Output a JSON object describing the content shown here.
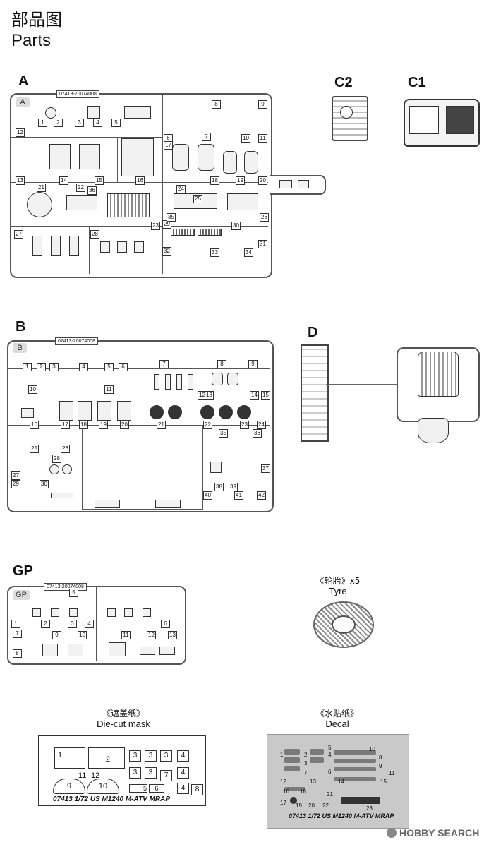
{
  "header": {
    "title_cn": "部品图",
    "title_en": "Parts"
  },
  "sprues": {
    "A": {
      "label": "A",
      "code": "07413-20074008",
      "tag": "A",
      "numbers": [
        "1",
        "2",
        "3",
        "4",
        "5",
        "6",
        "7",
        "8",
        "9",
        "10",
        "11",
        "12",
        "13",
        "14",
        "15",
        "16",
        "17",
        "18",
        "19",
        "20",
        "21",
        "22",
        "23",
        "24",
        "25",
        "26",
        "27",
        "28",
        "29",
        "30",
        "31",
        "32",
        "33",
        "34",
        "35",
        "36"
      ]
    },
    "C": {
      "c2": "C2",
      "c1": "C1"
    },
    "B": {
      "label": "B",
      "code": "07413-20074008",
      "tag": "B",
      "numbers": [
        "1",
        "2",
        "3",
        "4",
        "5",
        "6",
        "7",
        "8",
        "9",
        "10",
        "11",
        "12",
        "13",
        "14",
        "15",
        "16",
        "17",
        "18",
        "19",
        "20",
        "21",
        "22",
        "23",
        "24",
        "25",
        "26",
        "27",
        "28",
        "29",
        "30",
        "35",
        "36",
        "37",
        "38",
        "39",
        "40",
        "41",
        "42"
      ]
    },
    "D": {
      "label": "D"
    },
    "GP": {
      "label": "GP",
      "code": "07413-20074008",
      "tag": "GP",
      "numbers": [
        "1",
        "2",
        "3",
        "4",
        "5",
        "6",
        "7",
        "8",
        "9",
        "10",
        "11",
        "12",
        "13"
      ]
    }
  },
  "tyre": {
    "label_cn": "《轮胎》x5",
    "label_en": "Tyre"
  },
  "mask": {
    "label_cn": "《遮盖纸》",
    "label_en": "Die-cut mask",
    "pieces": [
      "1",
      "2",
      "3",
      "3",
      "3",
      "4",
      "3",
      "3",
      "4",
      "7",
      "4",
      "9",
      "10",
      "11",
      "12",
      "5",
      "6",
      "8"
    ],
    "footer": "07413 1/72 US M1240 M-ATV MRAP"
  },
  "decal": {
    "label_cn": "《水贴纸》",
    "label_en": "Decal",
    "numbers": [
      "1",
      "2",
      "3",
      "4",
      "5",
      "6",
      "7",
      "8",
      "9",
      "10",
      "11",
      "12",
      "13",
      "14",
      "15",
      "16",
      "17",
      "18",
      "19",
      "20",
      "21",
      "22",
      "23"
    ],
    "footer": "07413 1/72 US M1240 M-ATV MRAP"
  },
  "watermark": "HOBBY SEARCH"
}
